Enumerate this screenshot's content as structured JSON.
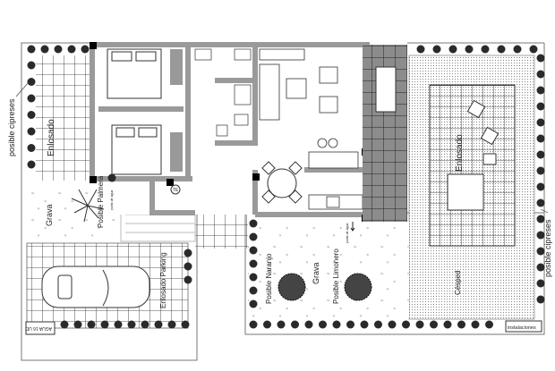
{
  "labels": {
    "cypress_left": "posible cipreses",
    "cypress_right": "posible cipreses",
    "paving_left": "Enlosado",
    "paving_right": "Enlosado",
    "gravel_left": "Grava",
    "gravel_bottom": "Grava",
    "palm": "Posible Palmera",
    "parking": "Enlosado Parking",
    "water_meter": "AGUA 16 UD",
    "orange": "Posible Naranjo",
    "lemon": "Posible Limonero",
    "lawn": "Césped",
    "installations": "instalaciones",
    "water_point_1": "punto de agua",
    "water_point_2": "punto de agua",
    "te": "TE"
  },
  "colors": {
    "wall": "#9a9a9a",
    "dark_tiles": "#8c8c8c",
    "tree": "#2a2a2a",
    "line": "#333333"
  }
}
